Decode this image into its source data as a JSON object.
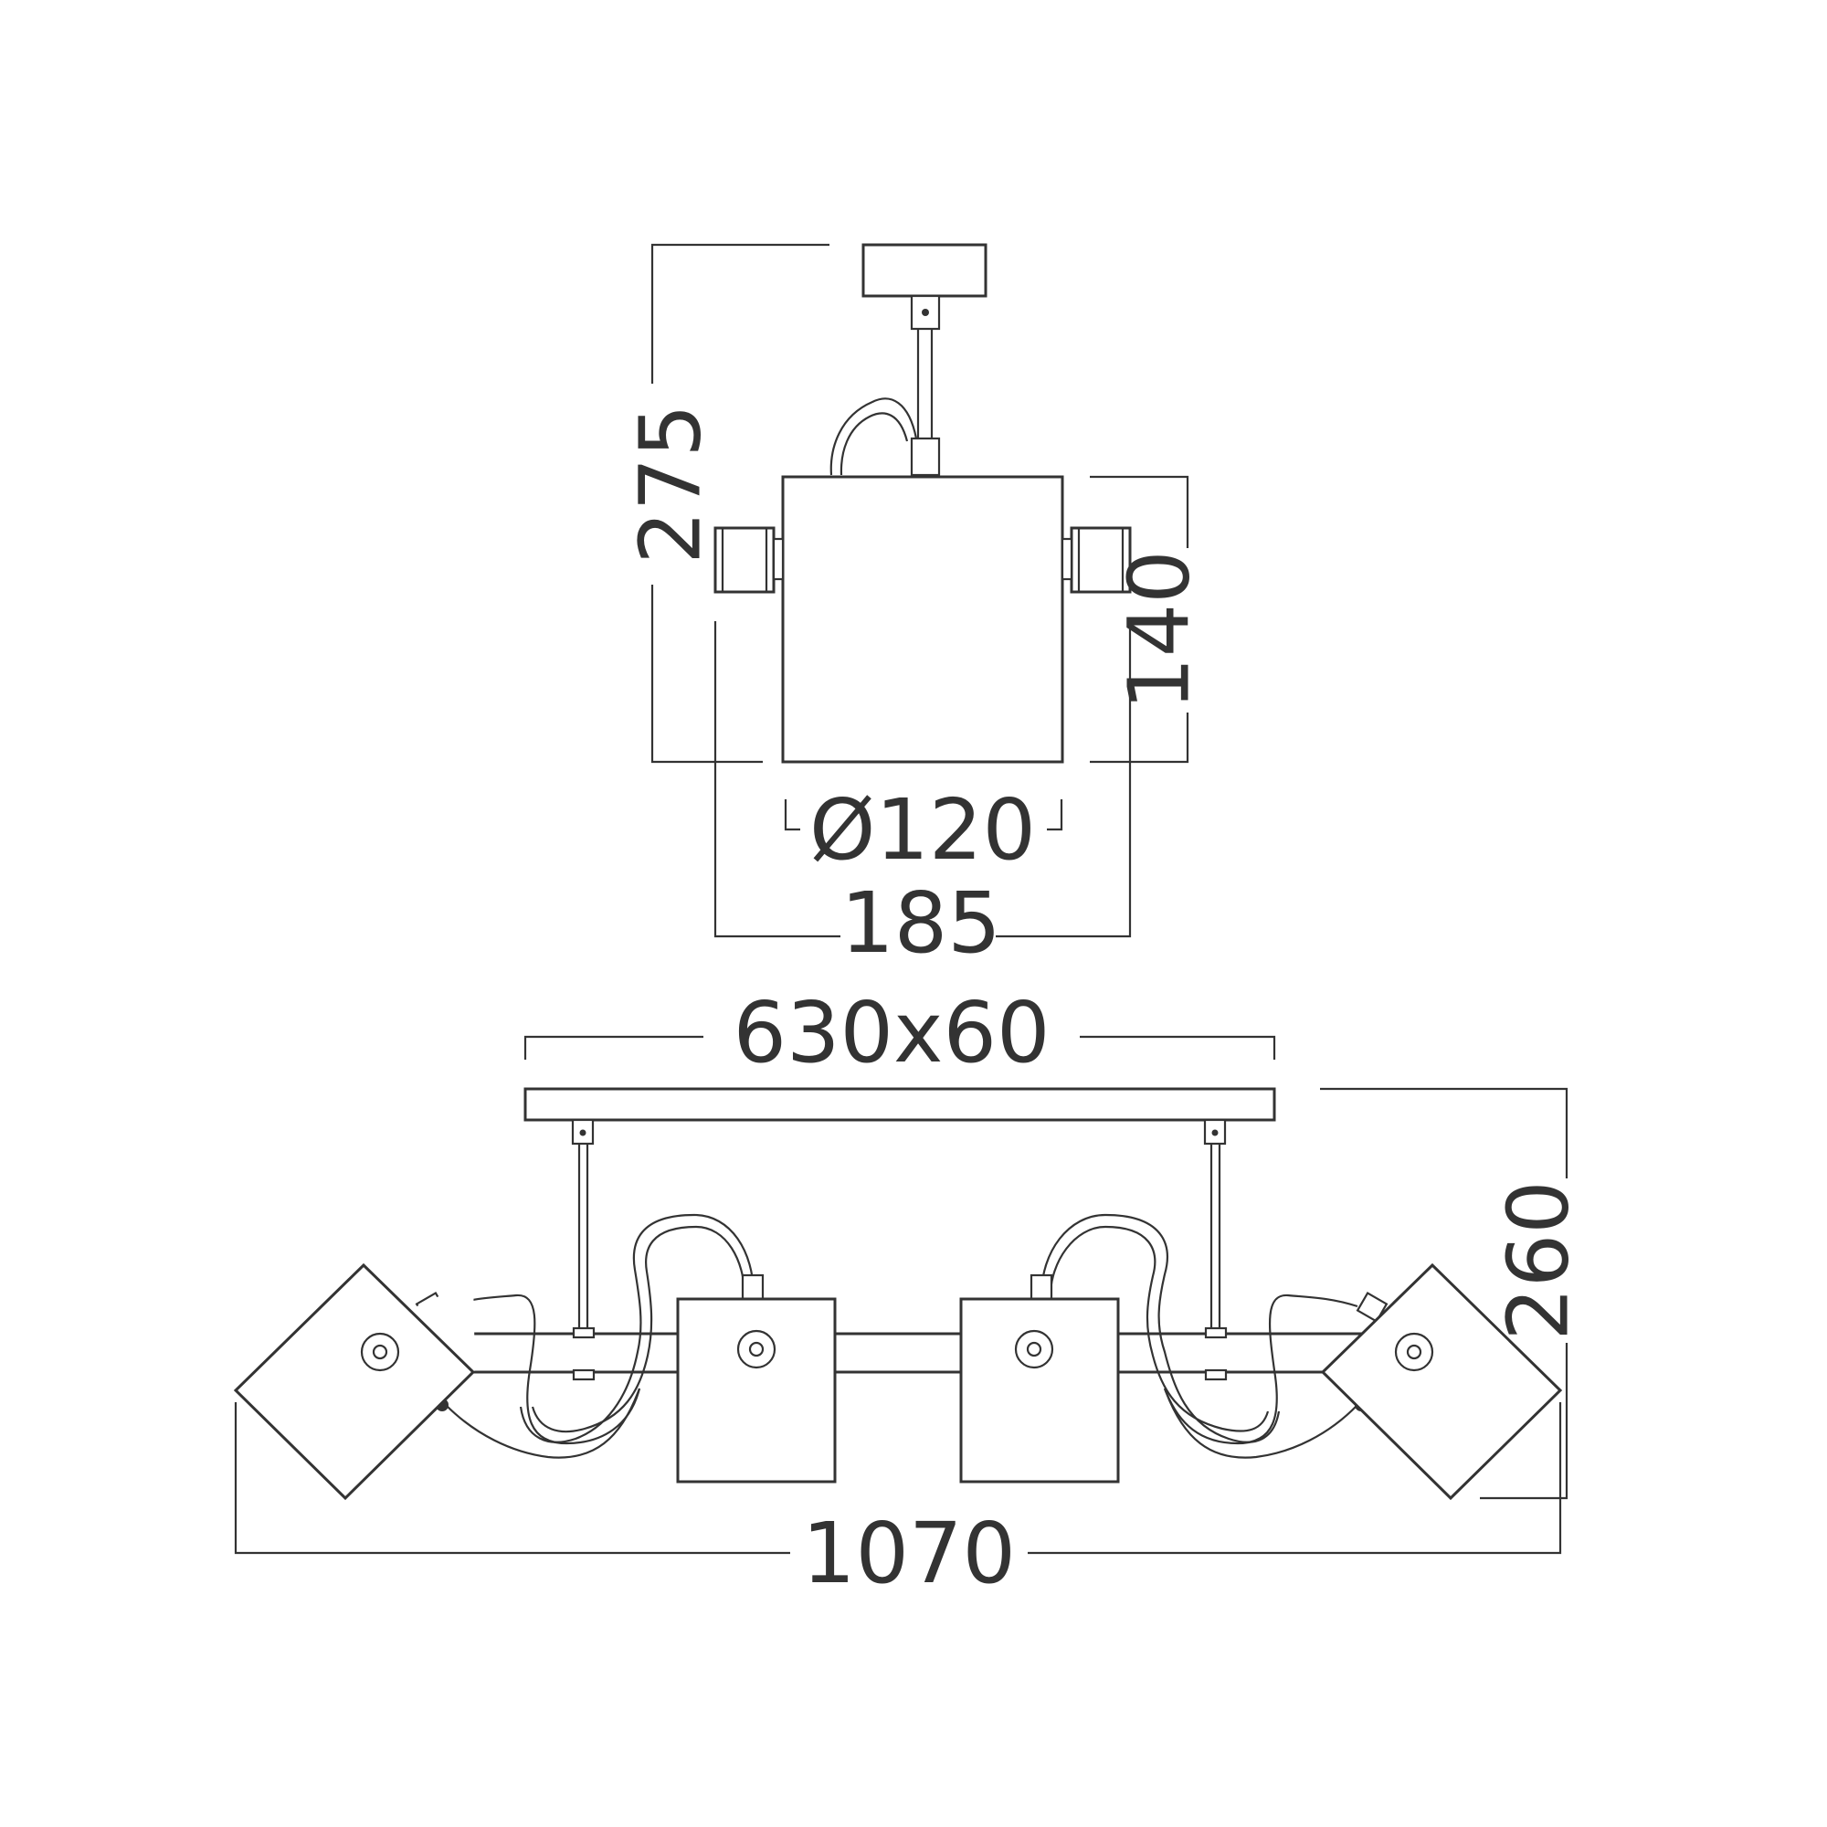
{
  "dimensions": {
    "total_height_top": "275",
    "shade_height": "140",
    "shade_diameter": "Ø120",
    "overall_width_top": "185",
    "canopy_size": "630x60",
    "total_height_bottom": "260",
    "overall_width_bottom": "1070"
  },
  "colors": {
    "line": "#333333",
    "background": "#ffffff"
  }
}
